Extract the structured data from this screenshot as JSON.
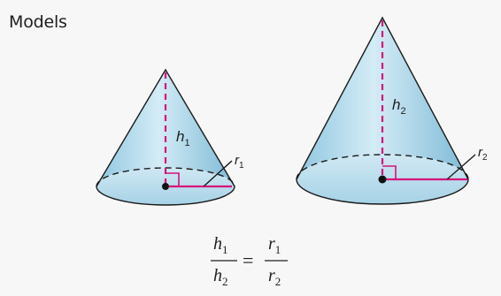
{
  "heading": "Models",
  "cone_small": {
    "height_label": "h",
    "height_sub": "1",
    "radius_label": "r",
    "radius_sub": "1"
  },
  "cone_large": {
    "height_label": "h",
    "height_sub": "2",
    "radius_label": "r",
    "radius_sub": "2"
  },
  "equation": {
    "left_num": "h",
    "left_num_sub": "1",
    "left_den": "h",
    "left_den_sub": "2",
    "equals": "=",
    "right_num": "r",
    "right_num_sub": "1",
    "right_den": "r",
    "right_den_sub": "2"
  },
  "colors": {
    "cone_fill": "#a9d6ea",
    "accent": "#d6127a",
    "text": "#1e1e1e"
  }
}
